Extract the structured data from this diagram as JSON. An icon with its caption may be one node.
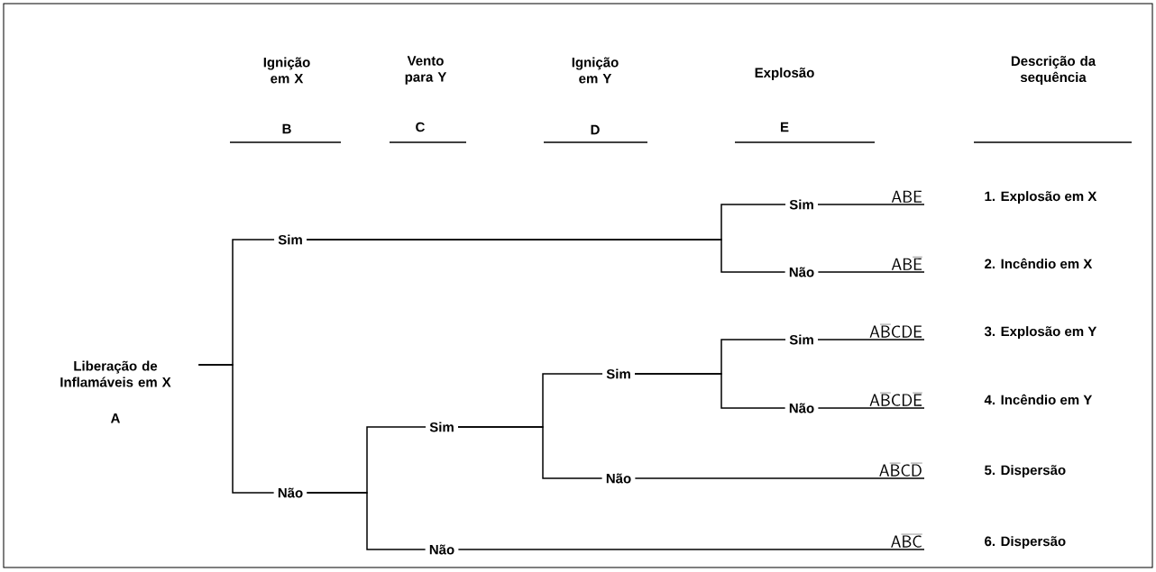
{
  "diagram": {
    "nodes": [
      {
        "text": [
          "Liberação de Inflamáveis em X",
          "A"
        ]
      },
      {
        "text": [
          "Sim"
        ]
      },
      {
        "text": [
          "Não"
        ]
      },
      {
        "text": [
          "Sim"
        ]
      },
      {
        "text": [
          "Não"
        ]
      },
      {
        "text": [
          "Sim"
        ]
      },
      {
        "text": [
          "Não"
        ]
      },
      {
        "text": [
          "Sim"
        ]
      },
      {
        "text": [
          "Não"
        ]
      },
      {
        "text": [
          "Sim"
        ]
      },
      {
        "text": [
          "Não"
        ]
      },
      {
        "text": [
          "\\mathsf{ABE}"
        ]
      },
      {
        "text": [
          "\\mathsf{AB\\overline{E}}"
        ]
      },
      {
        "text": [
          "\\mathsf{A\\overline{B}CDE}"
        ]
      },
      {
        "text": [
          "\\mathsf{A\\overline{B}CD\\overline{E}}"
        ]
      },
      {
        "text": [
          "\\mathsf{A\\overline{B}C\\overline{D}}"
        ]
      },
      {
        "text": [
          "\\mathsf{A\\overline{B}\\overline{C}}"
        ]
      }
    ],
    "edges": [
      {
        "from": 0,
        "to": 1,
        "arrow": "none"
      },
      {
        "from": 0,
        "to": 2,
        "arrow": "none"
      },
      {
        "from": 1,
        "to": 3,
        "arrow": "none"
      },
      {
        "from": 1,
        "to": 4,
        "arrow": "none"
      },
      {
        "from": 3,
        "to": 11,
        "arrow": "none"
      },
      {
        "from": 4,
        "to": 12,
        "arrow": "none"
      },
      {
        "from": 2,
        "to": 5,
        "arrow": "none"
      },
      {
        "from": 2,
        "to": 6,
        "arrow": "none"
      },
      {
        "from": 5,
        "to": 7,
        "arrow": "none"
      },
      {
        "from": 5,
        "to": 8,
        "arrow": "none"
      },
      {
        "from": 7,
        "to": 9,
        "arrow": "none"
      },
      {
        "from": 7,
        "to": 10,
        "arrow": "none"
      },
      {
        "from": 9,
        "to": 13,
        "arrow": "none"
      },
      {
        "from": 10,
        "to": 14,
        "arrow": "none"
      },
      {
        "from": 8,
        "to": 15,
        "arrow": "none"
      },
      {
        "from": 6,
        "to": 16,
        "arrow": "none"
      }
    ],
    "labels": [
      "Ignição em X",
      "Vento para Y",
      "Ignição em Y",
      "Explosão",
      "Descrição da sequência",
      "B",
      "C",
      "D",
      "E",
      "1. Explosão em X",
      "2. Incêndio em X",
      "3. Explosão em Y",
      "4. Incêndio em Y",
      "5. Dispersão",
      "6. Dispersão"
    ]
  }
}
